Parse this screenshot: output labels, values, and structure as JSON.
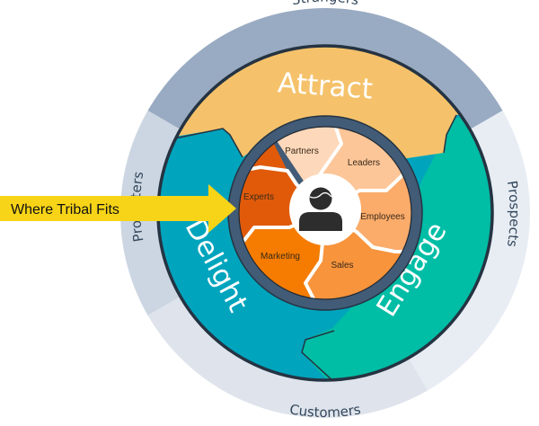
{
  "callout": {
    "label": "Where Tribal Fits",
    "color": "#f7d417"
  },
  "outer_ring": {
    "labels": {
      "top": "Strangers",
      "right": "Prospects",
      "bottom": "Customers",
      "left": "Promoters"
    },
    "colors": {
      "top": "#99abc2",
      "right": "#e8edf4",
      "bottom": "#dfe4ec",
      "left": "#ccd6e2"
    },
    "text_color": "#33475b"
  },
  "stages": [
    {
      "name": "Attract",
      "color": "#f5c26b"
    },
    {
      "name": "Engage",
      "color": "#00bda5"
    },
    {
      "name": "Delight",
      "color": "#00a4bd"
    }
  ],
  "inner_ring_color": "#425b76",
  "outline_color": "#253342",
  "hexagons": [
    {
      "label": "Partners",
      "color": "#fdd8ba"
    },
    {
      "label": "Leaders",
      "color": "#fcc698"
    },
    {
      "label": "Employees",
      "color": "#fbab6a"
    },
    {
      "label": "Sales",
      "color": "#f7943c"
    },
    {
      "label": "Marketing",
      "color": "#f57c00"
    },
    {
      "label": "Experts",
      "color": "#e05a0a"
    }
  ],
  "center_icon": {
    "name": "person-icon",
    "color": "#2d2d2d"
  }
}
